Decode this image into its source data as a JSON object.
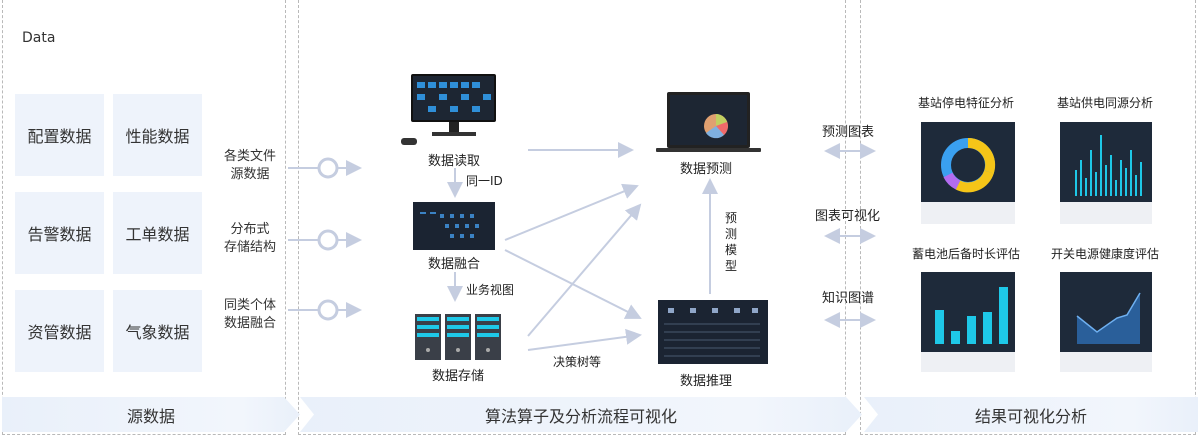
{
  "source": {
    "header": "Data",
    "cells": [
      "配置数据",
      "性能数据",
      "告警数据",
      "工单数据",
      "资管数据",
      "气象数据"
    ],
    "banner": "源数据"
  },
  "inputs": [
    {
      "line1": "各类文件",
      "line2": "源数据"
    },
    {
      "line1": "分布式",
      "line2": "存储结构"
    },
    {
      "line1": "同类个体",
      "line2": "数据融合"
    }
  ],
  "process": {
    "nodes": {
      "read": "数据读取",
      "fusion": "数据融合",
      "storage": "数据存储",
      "predict": "数据预测",
      "reason": "数据推理"
    },
    "edges": {
      "same_id": "同一ID",
      "business_view": "业务视图",
      "decision_tree": "决策树等",
      "predict_model": "预测模型"
    },
    "banner": "算法算子及分析流程可视化"
  },
  "links": {
    "prediction_chart": "预测图表",
    "chart_visual": "图表可视化",
    "knowledge_graph": "知识图谱"
  },
  "results": {
    "titles": [
      "基站停电特征分析",
      "基站供电同源分析",
      "蓄电池后备时长评估",
      "开关电源健康度评估"
    ],
    "banner": "结果可视化分析"
  },
  "colors": {
    "panel_fill": "#eef3fb",
    "arrow": "#c5cde0",
    "screen_dark": "#1e2a3a",
    "accent_cyan": "#1ec8e8",
    "donut_yellow": "#f5c518",
    "donut_blue": "#3aa0f0",
    "donut_purple": "#b36cf0"
  }
}
